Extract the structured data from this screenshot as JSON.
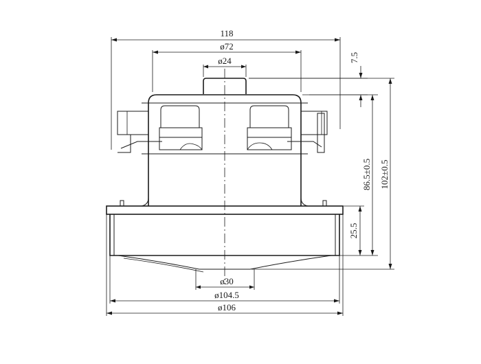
{
  "drawing": {
    "line_color": "#1a1a1a",
    "background": "#ffffff",
    "dimensions": {
      "overall_width": "118",
      "outer_diameter": "ø72",
      "shaft_diameter": "ø24",
      "top_offset": "7.5",
      "height_mid": "86.5±0.5",
      "height_total": "102±0.5",
      "base_height": "25.5",
      "outlet_diameter": "ø30",
      "fan_diameter": "ø104.5",
      "housing_diameter": "ø106"
    }
  }
}
